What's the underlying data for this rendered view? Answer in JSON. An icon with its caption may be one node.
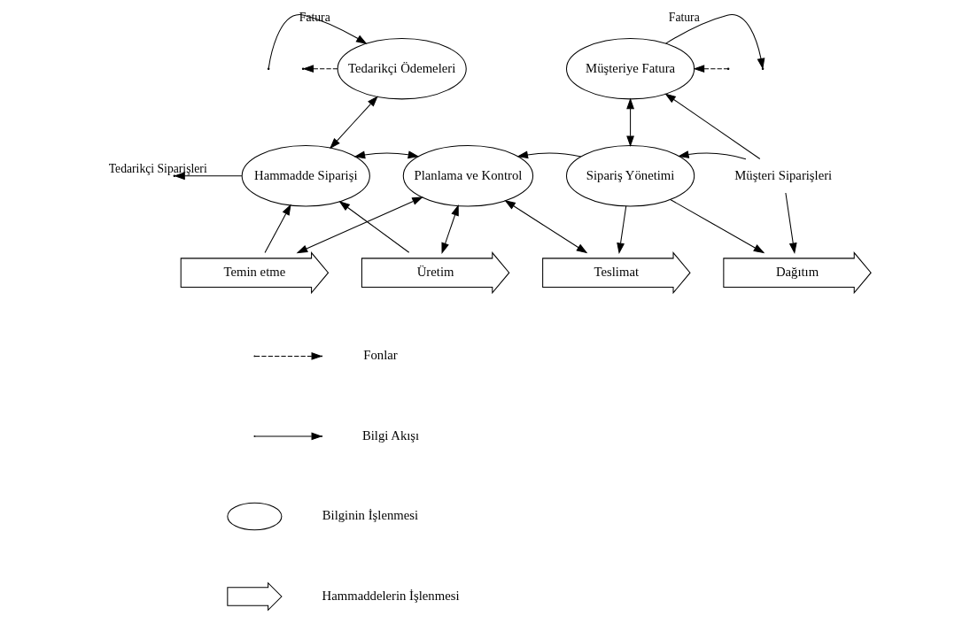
{
  "diagram": {
    "nodes": [
      {
        "text": [
          "Tedarikçi Ödemeleri"
        ]
      },
      {
        "text": [
          "Müşteriye Fatura"
        ]
      },
      {
        "text": [
          "Hammadde Siparişi"
        ]
      },
      {
        "text": [
          "Planlama ve Kontrol"
        ]
      },
      {
        "text": [
          "Sipariş Yönetimi"
        ]
      },
      {
        "text": [
          "Temin etme"
        ]
      },
      {
        "text": [
          "Üretim"
        ]
      },
      {
        "text": [
          "Teslimat"
        ]
      },
      {
        "text": [
          "Dağıtım"
        ]
      },
      {
        "text": [
          "Müşteri Siparişleri"
        ]
      },
      {
        "text": [],
        "shape": "ellipse"
      },
      {
        "text": [],
        "shape": "arrow"
      }
    ],
    "edges": [
      {
        "from": null,
        "to": 0,
        "arrow": "to",
        "label": "Fatura"
      },
      {
        "from": 0,
        "to": null,
        "arrow": "to",
        "style": "dashed"
      },
      {
        "from": 0,
        "to": 2,
        "arrow": "both"
      },
      {
        "from": 2,
        "to": null,
        "arrow": "to",
        "label": "Tedarikçi Siparişleri"
      },
      {
        "from": 2,
        "to": 3,
        "arrow": "both"
      },
      {
        "from": 4,
        "to": 3,
        "arrow": "to"
      },
      {
        "from": 1,
        "to": null,
        "arrow": "to",
        "label": "Fatura"
      },
      {
        "from": null,
        "to": 1,
        "arrow": "to",
        "style": "dashed"
      },
      {
        "from": 1,
        "to": 4,
        "arrow": "both"
      },
      {
        "from": 9,
        "to": 1,
        "arrow": "to"
      },
      {
        "from": 9,
        "to": 4,
        "arrow": "to"
      },
      {
        "from": 9,
        "to": 8,
        "arrow": "to"
      },
      {
        "from": 5,
        "to": 2,
        "arrow": "to"
      },
      {
        "from": 6,
        "to": 2,
        "arrow": "to"
      },
      {
        "from": 3,
        "to": 5,
        "arrow": "both"
      },
      {
        "from": 3,
        "to": 6,
        "arrow": "both"
      },
      {
        "from": 3,
        "to": 7,
        "arrow": "both"
      },
      {
        "from": 4,
        "to": 7,
        "arrow": "to"
      },
      {
        "from": 4,
        "to": 8,
        "arrow": "to"
      }
    ],
    "legend": [
      {
        "text": "Fonlar"
      },
      {
        "text": "Bilgi Akışı"
      },
      {
        "text": "Bilginin İşlenmesi"
      },
      {
        "text": "Hammaddelerin İşlenmesi"
      }
    ]
  }
}
